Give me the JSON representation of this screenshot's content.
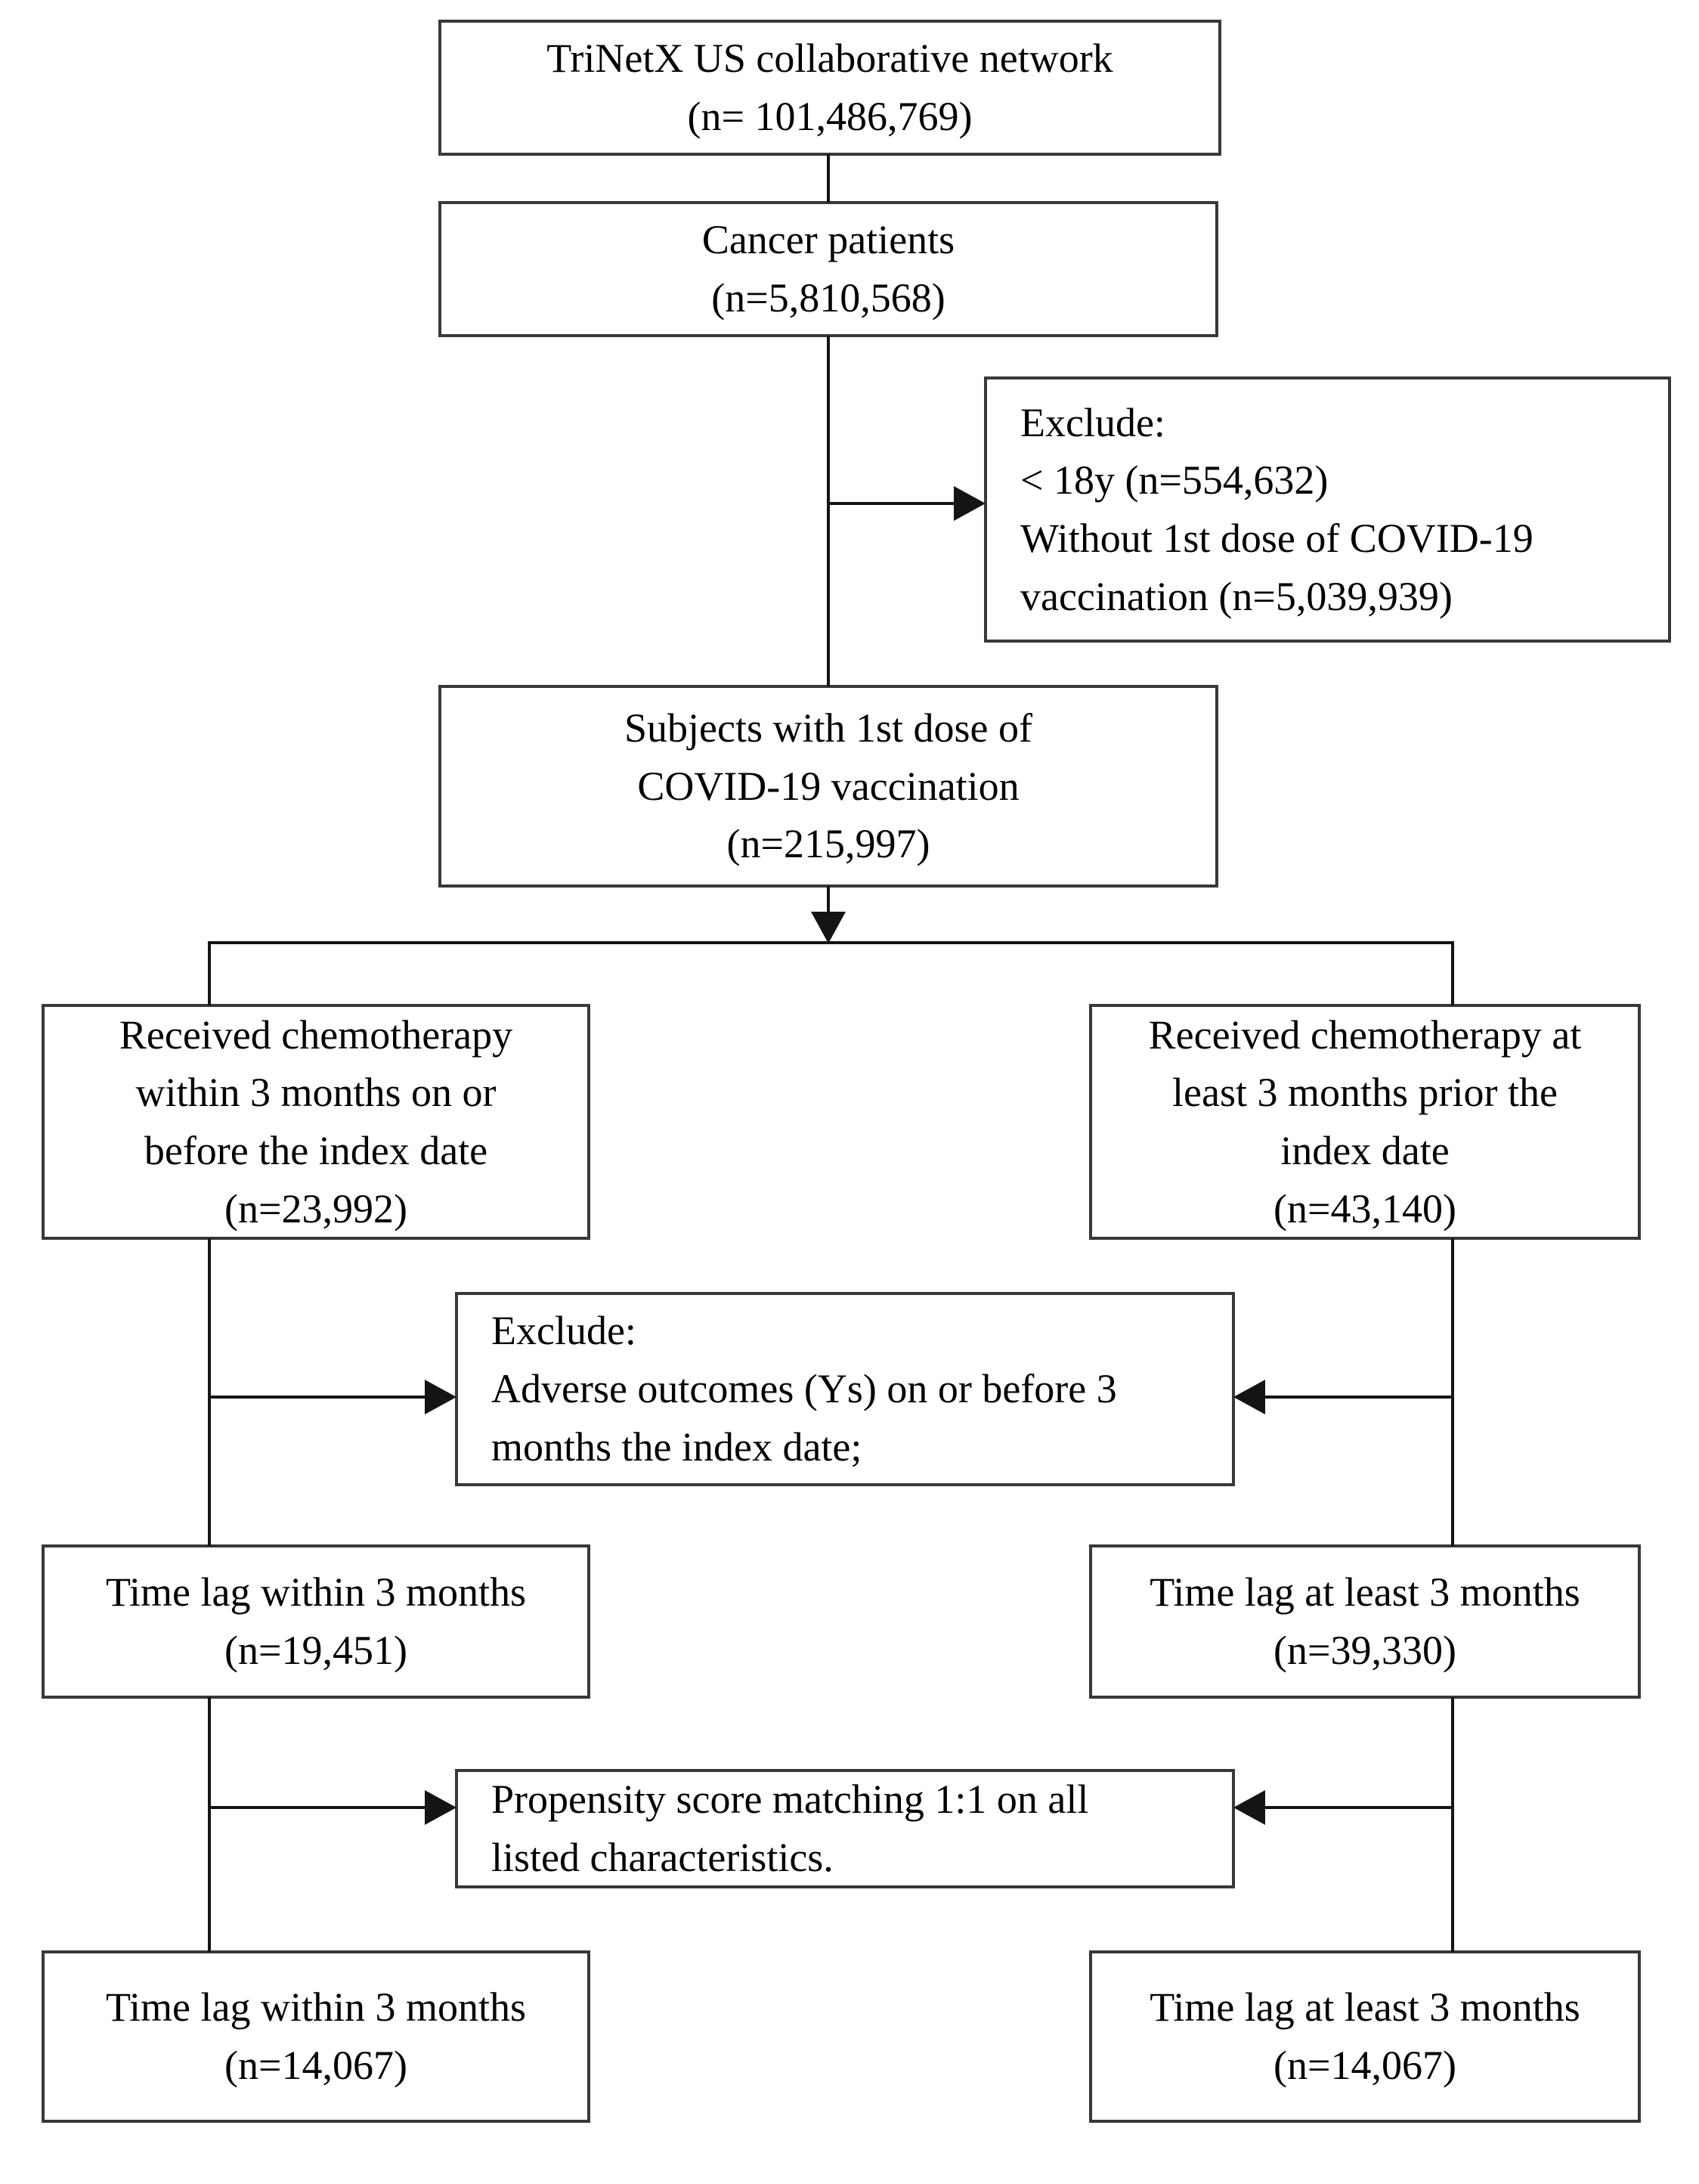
{
  "diagram": {
    "type": "study-flowchart",
    "colors": {
      "background": "#ffffff",
      "box_fill": "#ffffff",
      "box_border": "#383838",
      "connector": "#141414",
      "text": "#000000"
    },
    "boxes": {
      "trinetx": {
        "lines": [
          "TriNetX US collaborative network",
          "(n= 101,486,769)"
        ]
      },
      "cancer": {
        "lines": [
          "Cancer patients",
          "(n=5,810,568)"
        ]
      },
      "exclude1": {
        "lines": [
          "Exclude:",
          "< 18y (n=554,632)",
          "Without 1st dose of COVID-19",
          "vaccination (n=5,039,939)"
        ]
      },
      "subjects": {
        "lines": [
          "Subjects with 1st dose of",
          "COVID-19 vaccination",
          "(n=215,997)"
        ]
      },
      "left_branch": {
        "lines": [
          "Received chemotherapy",
          "within 3 months on or",
          "before the index date",
          "(n=23,992)"
        ]
      },
      "right_branch": {
        "lines": [
          "Received chemotherapy at",
          "least 3 months prior the",
          "index date",
          "(n=43,140)"
        ]
      },
      "exclude2": {
        "lines": [
          "Exclude:",
          "Adverse outcomes (Ys) on or before 3",
          "months the index date;"
        ]
      },
      "left_tl_pre": {
        "lines": [
          "Time lag within 3 months",
          "(n=19,451)"
        ]
      },
      "right_tl_pre": {
        "lines": [
          "Time lag at least 3 months",
          "(n=39,330)"
        ]
      },
      "propensity": {
        "lines": [
          "Propensity score matching 1:1 on all",
          "listed characteristics."
        ]
      },
      "left_tl_post": {
        "lines": [
          "Time lag within 3 months",
          "(n=14,067)"
        ]
      },
      "right_tl_post": {
        "lines": [
          "Time lag at least 3 months",
          "(n=14,067)"
        ]
      }
    }
  }
}
